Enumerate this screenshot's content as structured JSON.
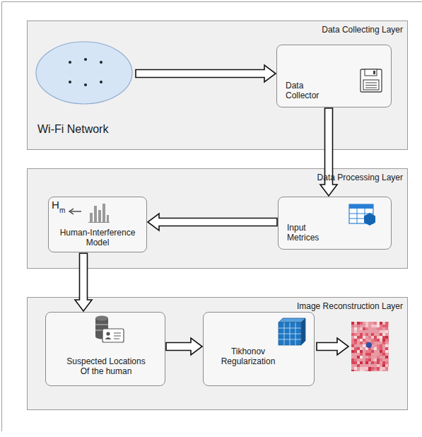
{
  "diagram": {
    "nodes": [
      {
        "text": [
          "Data Collecting Layer"
        ]
      },
      {
        "text": [
          "Wi-Fi Network"
        ],
        "in": 0
      },
      {
        "text": [
          "Data Collector"
        ],
        "in": 0
      },
      {
        "text": [
          "Data Processing Layer"
        ]
      },
      {
        "text": [
          "Input Metrices"
        ],
        "in": 3
      },
      {
        "text": [
          "Human-Interference Model"
        ],
        "in": 3
      },
      {
        "text": [
          "Image Reconstruction Layer"
        ]
      },
      {
        "text": [
          "Suspected Locations Of the human"
        ],
        "in": 6
      },
      {
        "text": [
          "Tikhonov Regularization"
        ],
        "in": 6
      }
    ],
    "edges": [
      {
        "from": 1,
        "to": 2,
        "arrow": "to"
      },
      {
        "from": 2,
        "to": 4,
        "arrow": "to"
      },
      {
        "from": 4,
        "to": 5,
        "arrow": "to"
      },
      {
        "from": 5,
        "to": 7,
        "arrow": "to"
      },
      {
        "from": 7,
        "to": 8,
        "arrow": "to"
      }
    ],
    "labels": [
      "H",
      "m"
    ]
  }
}
